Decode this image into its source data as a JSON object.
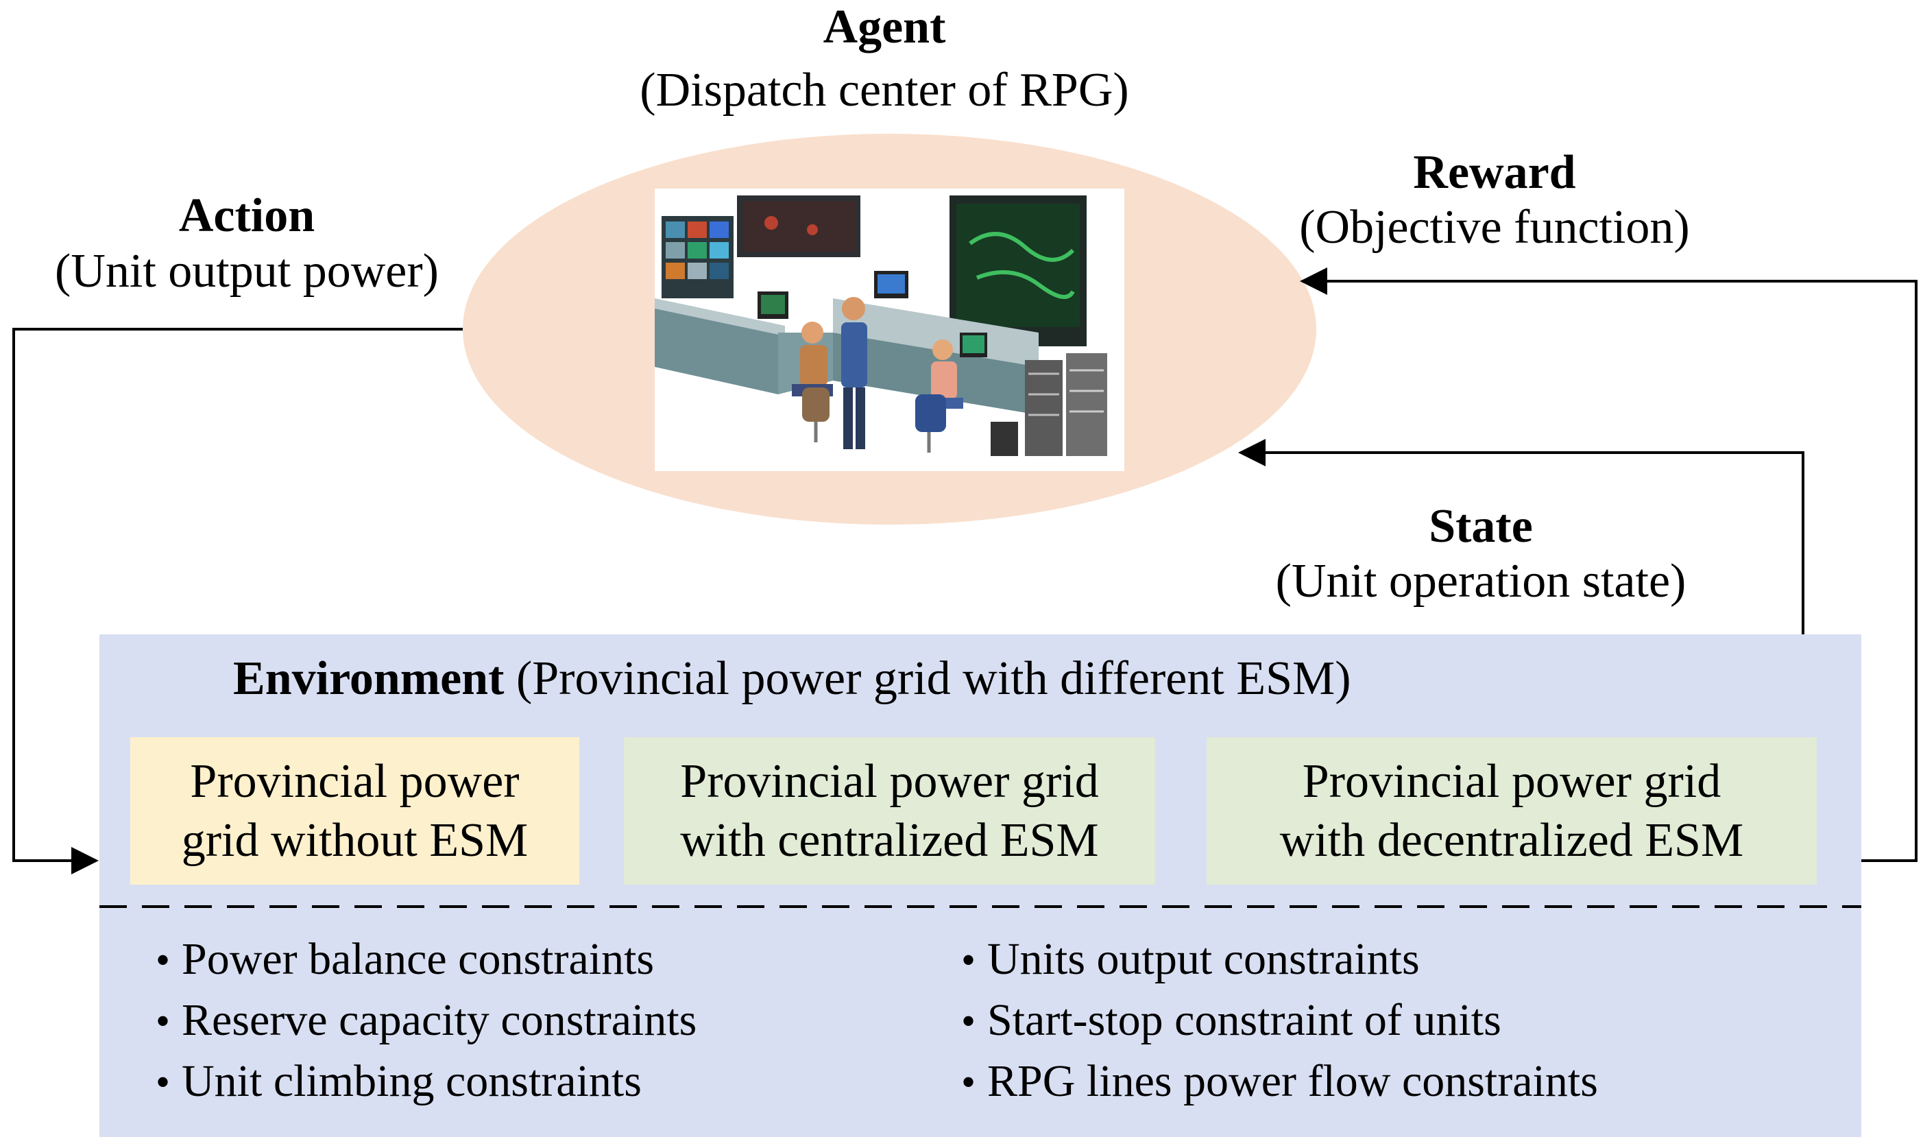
{
  "agent": {
    "title": "Agent",
    "subtitle": "(Dispatch center of RPG)"
  },
  "action": {
    "title": "Action",
    "subtitle": "(Unit output power)"
  },
  "reward": {
    "title": "Reward",
    "subtitle": "(Objective function)"
  },
  "state": {
    "title": "State",
    "subtitle": "(Unit operation state)"
  },
  "environment": {
    "title_bold": "Environment",
    "title_rest": " (Provincial power grid with different ESM)",
    "boxes": [
      {
        "line1": "Provincial power",
        "line2": "grid without ESM",
        "color": "#fdf0cc"
      },
      {
        "line1": "Provincial power grid",
        "line2": "with centralized ESM",
        "color": "#e1ebd5"
      },
      {
        "line1": "Provincial power grid",
        "line2": "with decentralized ESM",
        "color": "#e1ebd5"
      }
    ],
    "constraints_left": [
      "Power balance constraints",
      "Reserve capacity constraints",
      "Unit climbing constraints"
    ],
    "constraints_right": [
      "Units output constraints",
      "Start-stop constraint of units",
      "RPG lines power flow constraints"
    ]
  },
  "colors": {
    "ellipse": "#f9dfcd",
    "environment": "#d9dff2"
  },
  "icons": {
    "agent_image": "dispatch-control-room-illustration"
  }
}
